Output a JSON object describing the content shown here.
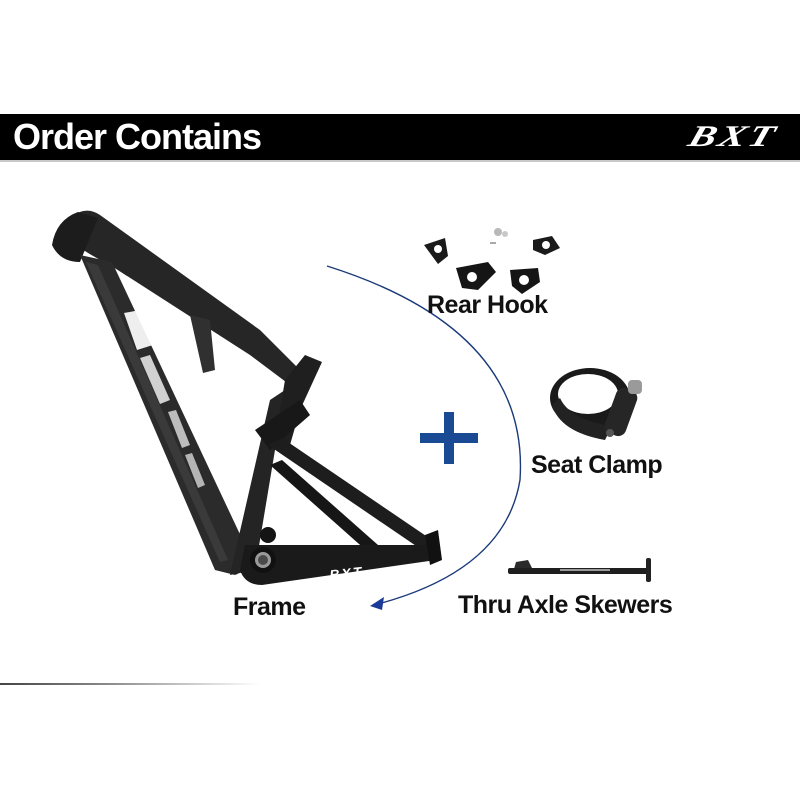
{
  "header": {
    "title": "Order Contains",
    "brand_logo": "BXT",
    "background_color": "#000000",
    "text_color": "#ffffff"
  },
  "main": {
    "plus_symbol": {
      "glyph": "+",
      "color": "#1a4a94"
    },
    "arrow": {
      "color": "#1a3a7a"
    },
    "items": [
      {
        "id": "frame",
        "label": "Frame",
        "image": "carbon-frame-image",
        "frame_decal": "BXT"
      },
      {
        "id": "rear-hook",
        "label": "Rear Hook",
        "image": "rear-hook-image"
      },
      {
        "id": "seat-clamp",
        "label": "Seat Clamp",
        "image": "seat-clamp-image"
      },
      {
        "id": "thru-axle",
        "label": "Thru Axle Skewers",
        "image": "thru-axle-image"
      }
    ]
  }
}
